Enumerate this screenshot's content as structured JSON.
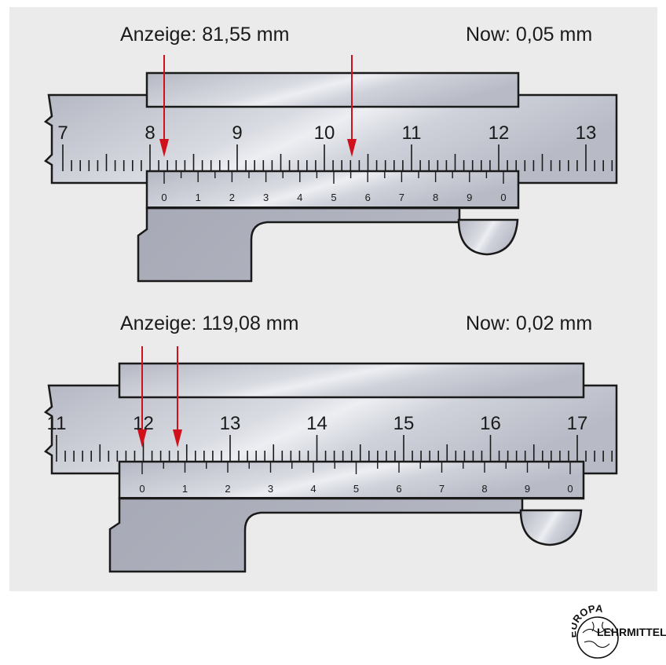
{
  "calipers": [
    {
      "reading": "Anzeige: 81,55 mm",
      "now": "Now: 0,05 mm",
      "main_scale_labels": [
        "7",
        "8",
        "9",
        "10",
        "11",
        "12",
        "13"
      ],
      "vernier_labels": [
        "0",
        "1",
        "2",
        "3",
        "4",
        "5",
        "6",
        "7",
        "8",
        "9",
        "0"
      ]
    },
    {
      "reading": "Anzeige: 119,08 mm",
      "now": "Now: 0,02 mm",
      "main_scale_labels": [
        "11",
        "12",
        "13",
        "14",
        "15",
        "16",
        "17"
      ],
      "vernier_labels": [
        "0",
        "1",
        "2",
        "3",
        "4",
        "5",
        "6",
        "7",
        "8",
        "9",
        "0"
      ]
    }
  ],
  "logo": {
    "arc_text": "EUROPA",
    "text": "LEHRMITTEL"
  },
  "colors": {
    "metal": "#c4c7d0",
    "arrow": "#d0101b",
    "panel": "#ebebeb"
  }
}
